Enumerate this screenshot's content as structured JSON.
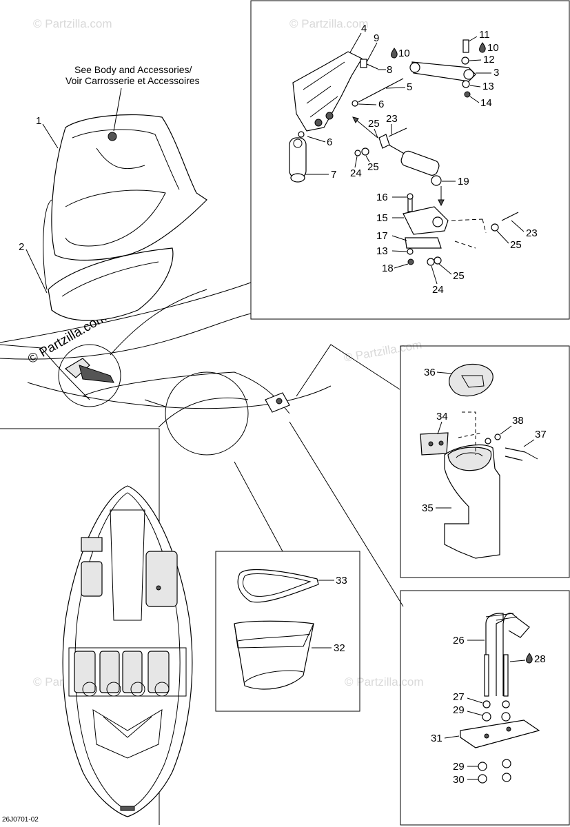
{
  "diagram_id": "26J0701-02",
  "watermark": "© Partzilla.com",
  "note": {
    "line1": "See Body and Accessories/",
    "line2": "Voir Carrosserie et Accessoires"
  },
  "callouts": {
    "c1": "1",
    "c2": "2",
    "c3": "3",
    "c4": "4",
    "c5": "5",
    "c6a": "6",
    "c6b": "6",
    "c7": "7",
    "c8": "8",
    "c9": "9",
    "c10a": "10",
    "c10b": "10",
    "c11": "11",
    "c12": "12",
    "c13a": "13",
    "c13b": "13",
    "c14": "14",
    "c15": "15",
    "c16": "16",
    "c17": "17",
    "c18": "18",
    "c19": "19",
    "c23a": "23",
    "c23b": "23",
    "c24a": "24",
    "c24b": "24",
    "c25a": "25",
    "c25b": "25",
    "c25c": "25",
    "c25d": "25",
    "c26": "26",
    "c27": "27",
    "c28": "28",
    "c29a": "29",
    "c29b": "29",
    "c30": "30",
    "c31": "31",
    "c32": "32",
    "c33": "33",
    "c34": "34",
    "c35": "35",
    "c36": "36",
    "c37": "37",
    "c38": "38"
  },
  "icons": {
    "drop": "oil-drop-icon"
  }
}
